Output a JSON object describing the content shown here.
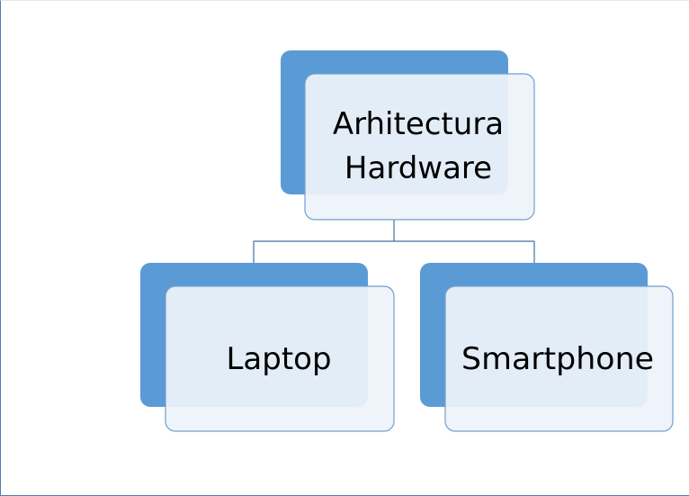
{
  "diagram": {
    "root": {
      "line1": "Arhitectura",
      "line2": "Hardware"
    },
    "children": [
      {
        "label": "Laptop"
      },
      {
        "label": "Smartphone"
      }
    ]
  },
  "colors": {
    "back_box": "#5b9bd5",
    "front_box": "#eef3fa",
    "front_border": "#6f9fce",
    "connector": "#41719c",
    "frame": "#4a7fb5"
  }
}
